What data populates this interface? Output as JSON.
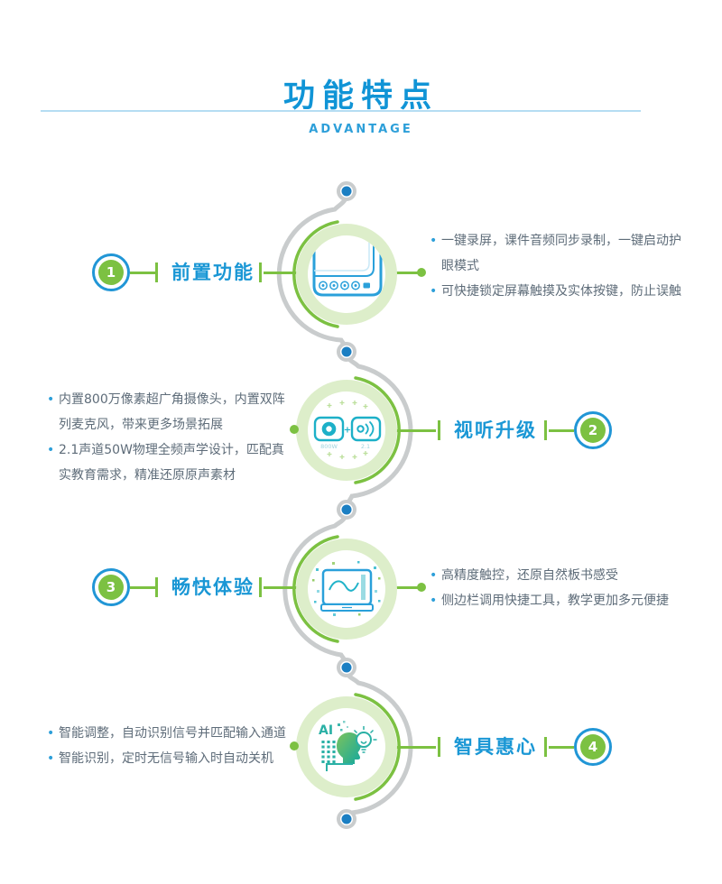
{
  "header": {
    "title": "功能特点",
    "subtitle": "ADVANTAGE"
  },
  "glyphs": {
    "bullet": "•"
  },
  "icons": {
    "display_panel": "display-panel-corner",
    "camera_label": "800W",
    "plus": "+",
    "speaker_label": "2.1",
    "ai_label": "AI"
  },
  "sections": [
    {
      "number": "1",
      "label": "前置功能",
      "bullets": [
        "一键录屏，课件音频同步录制，一键启动护眼模式",
        "可快捷锁定屏幕触摸及实体按键，防止误触"
      ]
    },
    {
      "number": "2",
      "label": "视听升级",
      "bullets": [
        "内置800万像素超广角摄像头，内置双阵列麦克风，带来更多场景拓展",
        "2.1声道50W物理全频声学设计，匹配真实教育需求，精准还原原声素材"
      ]
    },
    {
      "number": "3",
      "label": "畅快体验",
      "bullets": [
        "高精度触控，还原自然板书感受",
        "侧边栏调用快捷工具，教学更加多元便捷"
      ]
    },
    {
      "number": "4",
      "label": "智具惠心",
      "bullets": [
        "智能调整，自动识别信号并匹配输入通道",
        "智能识别，定时无信号输入时自动关机"
      ]
    }
  ],
  "colors": {
    "accent_blue": "#1094d6",
    "green": "#7cc142",
    "light_green": "#ddeeca",
    "teal": "#1db0c8",
    "gray_line": "#c9cccd",
    "node_blue": "#1b7fc3",
    "text": "#5e6c79"
  }
}
